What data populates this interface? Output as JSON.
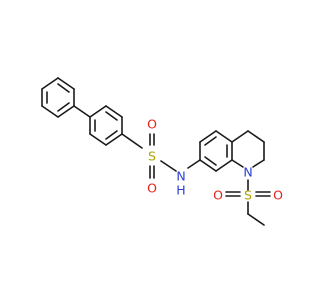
{
  "atom_labels": {
    "sulfonamide_s": "S",
    "sulfonamide_o_top": "O",
    "sulfonamide_o_bottom": "O",
    "amide_n": "N",
    "amide_h": "H",
    "ring_n": "N",
    "ethylsulfonyl_s": "S",
    "ethylsulfonyl_o_left": "O",
    "ethylsulfonyl_o_right": "O"
  },
  "colors": {
    "bond": "#1a1a1a",
    "sulfur": "#b3a200",
    "oxygen": "#e2231a",
    "nitrogen": "#2a3fd4"
  }
}
